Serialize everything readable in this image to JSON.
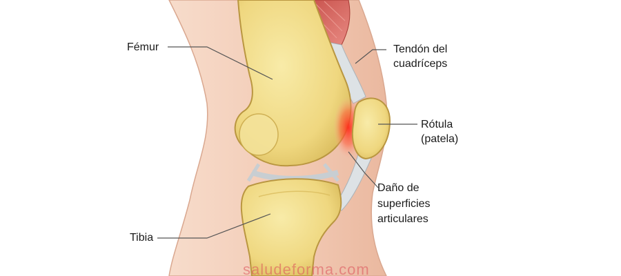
{
  "labels": {
    "femur": "Fémur",
    "quadriceps_tendon_line1": "Tendón del",
    "quadriceps_tendon_line2": "cuadríceps",
    "patella_line1": "Rótula",
    "patella_line2": "(patela)",
    "damage_line1": "Daño de",
    "damage_line2": "superficies",
    "damage_line3": "articulares",
    "tibia": "Tibia"
  },
  "watermark": "saludeforma.com",
  "colors": {
    "skin": "#f4d3c0",
    "skin_edge": "#d9a78f",
    "bone": "#f1dc8c",
    "bone_edge": "#c9a84a",
    "tendon": "#d8dde0",
    "muscle": "#d9645c",
    "inflammation": "#ff2a1a",
    "leader_line": "#555555"
  }
}
